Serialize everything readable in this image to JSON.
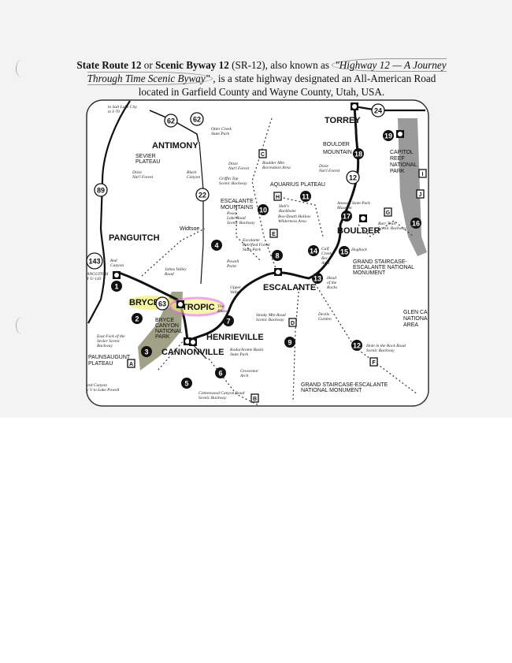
{
  "caption": {
    "part1_bold": "State Route 12",
    "part2": " or ",
    "part3_bold": "Scenic Byway 12",
    "part4": " (SR-12), also known as ",
    "part5_italic": "\"Highway 12 — A Journey Through Time Scenic Byway\"",
    "part6": ", is a state highway designated an All-American Road located in Garfield County and Wayne County, Utah, USA."
  },
  "map": {
    "towns": {
      "antimony": "ANTIMONY",
      "panguitch": "PANGUITCH",
      "torrey": "TORREY",
      "boulder": "BOULDER",
      "escalante": "ESCALANTE",
      "bryce": "BRYCE",
      "tropic": "TROPIC",
      "henrieville": "HENRIEVILLE",
      "cannonville": "CANNONVILLE",
      "widtsoe": "Widtsoe"
    },
    "regions": {
      "sevier_plateau": [
        "SEVIER",
        "PLATEAU"
      ],
      "boulder_mountain": [
        "BOULDER",
        "MOUNTAIN"
      ],
      "aquarius_plateau": "AQUARIUS PLATEAU",
      "escalante_mountains": [
        "ESCALANTE",
        "MOUNTAINS"
      ],
      "capitol_reef": [
        "CAPITOL",
        "REEF",
        "NATIONAL",
        "PARK"
      ],
      "gsenm_north": [
        "GRAND STAIRCASE-",
        "ESCALANTE NATIONAL",
        "MONUMENT"
      ],
      "gsenm_south": [
        "GRAND STAIRCASE-ESCALANTE",
        "NATIONAL MONUMENT"
      ],
      "glen_canyon": [
        "GLEN CA",
        "NATIONA",
        "AREA"
      ],
      "bryce_canyon": [
        "BRYCE",
        "CANYON",
        "NATIONAL",
        "PARK"
      ],
      "paunsaugunt": [
        "PAUNSAUGUNT",
        "PLATEAU"
      ]
    },
    "points": {
      "salt_lake": [
        "to Salt Lake City",
        "to I-70"
      ],
      "otter_creek": [
        "Otter Creek",
        "State Park"
      ],
      "boulder_mtn_rec": [
        "Boulder Mtn",
        "Recreation Area"
      ],
      "box_death": [
        "Box-Death Hollow",
        "Wilderness Area"
      ],
      "anasazi": [
        "Anasazi State Park",
        "Museum"
      ],
      "petrified": [
        "Escalante",
        "Petrified Forest",
        "State Park"
      ],
      "kodachrome": [
        "Kodachrome Basin",
        "State Park"
      ],
      "calf_creek": [
        "Calf",
        "Creek",
        "Rec",
        "Area"
      ],
      "hogback": "Hogback",
      "head_rocks": [
        "Head",
        "of the",
        "Rocks"
      ],
      "upper_valley": [
        "Upper",
        "Valley"
      ],
      "johns_valley": [
        "Johns Valley",
        "Road"
      ],
      "red_canyon": [
        "Red",
        "Canyon"
      ],
      "powell_point": [
        "Powell",
        "Point"
      ],
      "black_canyon": [
        "Black",
        "Canyon"
      ],
      "griffin_top": [
        "Griffin Top",
        "Scenic Backway"
      ],
      "hells_backbone": [
        "Hell's",
        "Backbone"
      ],
      "burr_trail": [
        "Burr Trail",
        "Scenic Backway"
      ],
      "posey_lake": [
        "Posey",
        "Lake Road",
        "Scenic Backway"
      ],
      "smoky_mtn": [
        "Smoky Mtn Road",
        "Scenic Backway"
      ],
      "hole_rock": [
        "Hole in the Rock Road",
        "Scenic Backway"
      ],
      "cottonwood": [
        "Cottonwood Canyon Road",
        "Scenic Backway"
      ],
      "grosvenor": [
        "Grosvenor",
        "Arch"
      ],
      "devils_garden": [
        "Devils",
        "Garden"
      ],
      "the_blues": [
        "The",
        "Blues"
      ],
      "east_fork": [
        "East Fork of the",
        "Sevier Scenic",
        "Backway"
      ],
      "lake_powell": [
        "ard Canyon",
        "y V to Lake Powell"
      ],
      "panguitch_u143": [
        "ANGUITCH",
        "Y U-143"
      ],
      "dixie": [
        "Dixie",
        "Nat'l Forest"
      ]
    },
    "routes": [
      "62",
      "62",
      "24",
      "89",
      "22",
      "12",
      "143",
      "63"
    ],
    "stops": [
      "1",
      "2",
      "3",
      "4",
      "5",
      "6",
      "7",
      "8",
      "9",
      "10",
      "11",
      "12",
      "13",
      "14",
      "15",
      "16",
      "17",
      "18",
      "19"
    ],
    "backways": [
      "A",
      "B",
      "C",
      "D",
      "E",
      "F",
      "G"
    ],
    "other_markers": [
      "H",
      "I",
      "J"
    ],
    "highlight_colors": {
      "bryce": "#f4f07a",
      "tropic": "#e36fd6"
    }
  }
}
